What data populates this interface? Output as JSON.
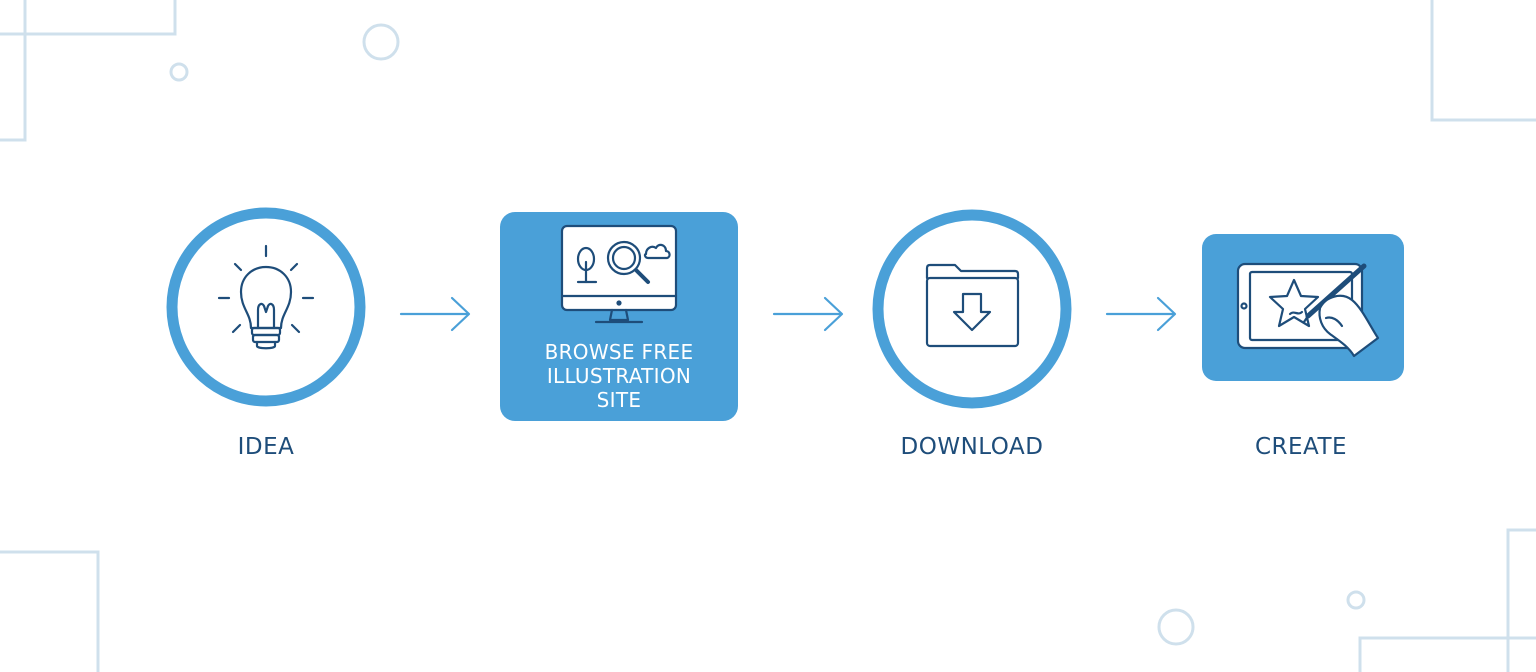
{
  "colors": {
    "accent": "#4aa0d8",
    "icon_stroke": "#1e4d7a",
    "label_text": "#1e4d7a",
    "box_text": "#ffffff",
    "decor": "#cfe0ec"
  },
  "steps": [
    {
      "id": "idea",
      "label": "IDEA",
      "shape": "circle",
      "icon": "lightbulb-icon"
    },
    {
      "id": "browse",
      "label": "BROWSE FREE ILLUSTRATION SITE",
      "label_lines": [
        "BROWSE FREE",
        "ILLUSTRATION",
        "SITE"
      ],
      "shape": "rounded-box",
      "icon": "monitor-search-icon"
    },
    {
      "id": "download",
      "label": "DOWNLOAD",
      "shape": "circle",
      "icon": "folder-download-icon"
    },
    {
      "id": "create",
      "label": "CREATE",
      "shape": "rounded-box",
      "icon": "tablet-drawing-icon"
    }
  ]
}
